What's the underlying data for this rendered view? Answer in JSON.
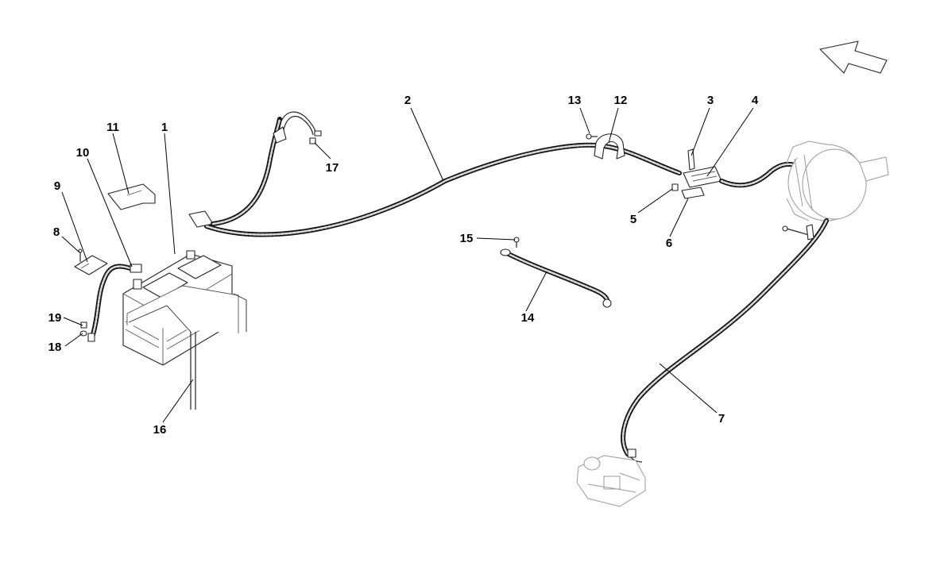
{
  "callouts": {
    "c1": "1",
    "c2": "2",
    "c3": "3",
    "c4": "4",
    "c5": "5",
    "c6": "6",
    "c7": "7",
    "c8": "8",
    "c9": "9",
    "c10": "10",
    "c11": "11",
    "c12": "12",
    "c13": "13",
    "c14": "14",
    "c15": "15",
    "c16": "16",
    "c17": "17",
    "c18": "18",
    "c19": "19"
  },
  "icons": {
    "direction": "direction-arrow-icon"
  }
}
